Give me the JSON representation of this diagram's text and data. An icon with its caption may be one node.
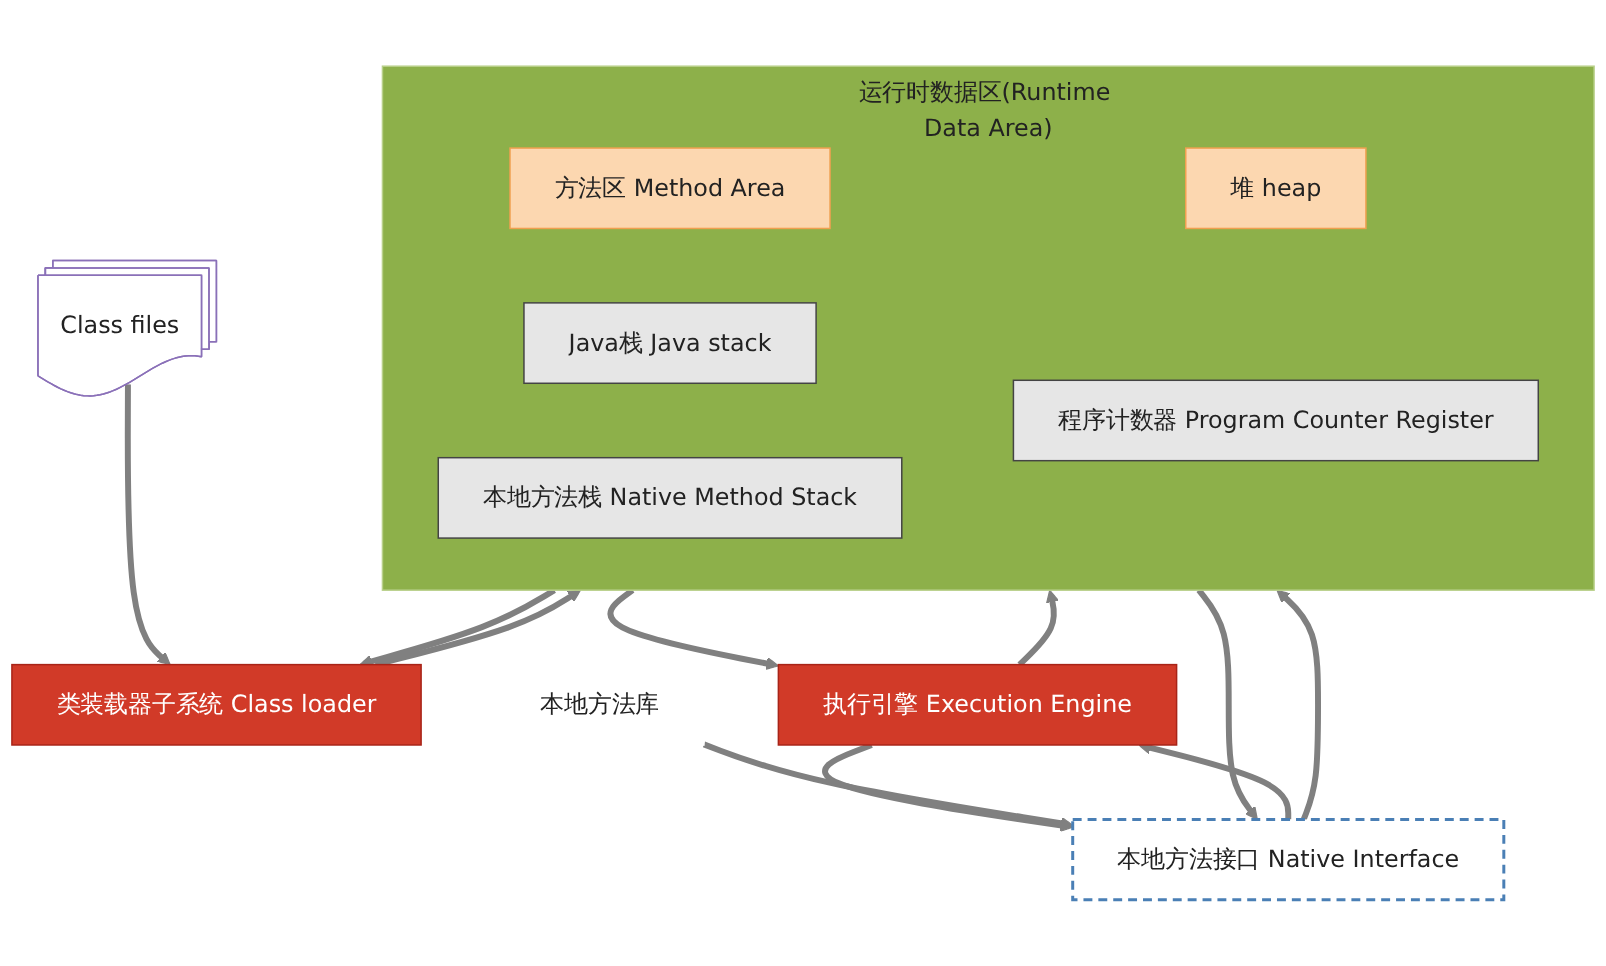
{
  "diagram": {
    "nodes": [
      {
        "text": [
          "Class files"
        ]
      },
      {
        "text": [
          "类装载器子系统 Class loader"
        ]
      },
      {
        "text": [
          "运行时数据区(Runtime Data Area)"
        ]
      },
      {
        "text": [
          "方法区 Method Area"
        ],
        "in": 2
      },
      {
        "text": [
          "Java栈 Java stack"
        ],
        "in": 2
      },
      {
        "text": [
          "本地方法栈 Native Method Stack"
        ],
        "in": 2
      },
      {
        "text": [
          "堆 heap"
        ],
        "in": 2
      },
      {
        "text": [
          "程序计数器 Program Counter Register"
        ],
        "in": 2
      },
      {
        "text": [
          "执行引擎 Execution Engine"
        ]
      },
      {
        "text": [
          "本地方法接口 Native Interface"
        ]
      },
      {
        "text": [
          "本地方法库"
        ]
      }
    ],
    "edges": [
      {
        "from": 0,
        "to": 1,
        "arrow": "to"
      },
      {
        "from": 1,
        "to": 2,
        "arrow": "to"
      },
      {
        "from": 2,
        "to": 1,
        "arrow": "to"
      },
      {
        "from": 2,
        "to": 8,
        "arrow": "to"
      },
      {
        "from": 8,
        "to": 2,
        "arrow": "to"
      },
      {
        "from": 2,
        "to": 9,
        "arrow": "to"
      },
      {
        "from": 9,
        "to": 2,
        "arrow": "to"
      },
      {
        "from": 8,
        "to": 9,
        "arrow": "to"
      },
      {
        "from": 9,
        "to": 8,
        "arrow": "to"
      },
      {
        "from": 10,
        "to": 9,
        "arrow": "to"
      }
    ]
  }
}
